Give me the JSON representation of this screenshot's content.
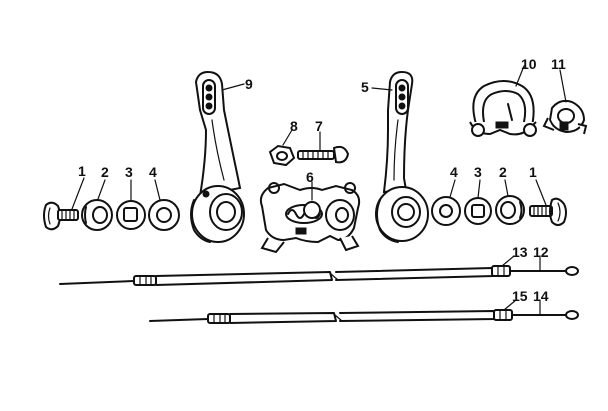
{
  "diagram": {
    "part_labels": {
      "p1_left": "1",
      "p2_left": "2",
      "p3_left": "3",
      "p4_left": "4",
      "p9": "9",
      "p8": "8",
      "p7": "7",
      "p6": "6",
      "p5": "5",
      "p4_right": "4",
      "p3_right": "3",
      "p2_right": "2",
      "p1_right": "1",
      "p10": "10",
      "p11": "11",
      "p13": "13",
      "p12": "12",
      "p15": "15",
      "p14": "14"
    }
  }
}
